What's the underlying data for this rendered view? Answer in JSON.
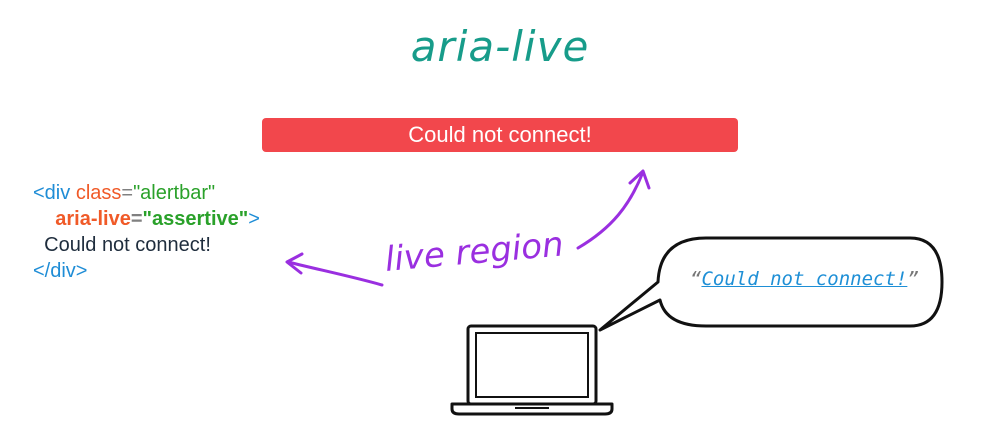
{
  "title": "aria-live",
  "alert_bar": {
    "text": "Could not connect!",
    "color": "#f2474c"
  },
  "code": {
    "open_tag": "<div",
    "class_attr": "class",
    "equals": "=",
    "class_value": "\"alertbar\"",
    "live_attr": "aria-live",
    "live_value": "\"assertive\"",
    "close_bracket": ">",
    "content": "Could not connect!",
    "end_tag": "</div>"
  },
  "annotation": {
    "label": "live region",
    "color": "#9a2fe0"
  },
  "speech_bubble": {
    "open_quote": "“",
    "spoken_text": "Could not connect!",
    "close_quote": "”"
  },
  "icons": {
    "device": "laptop-icon",
    "bubble": "speech-bubble-icon"
  }
}
